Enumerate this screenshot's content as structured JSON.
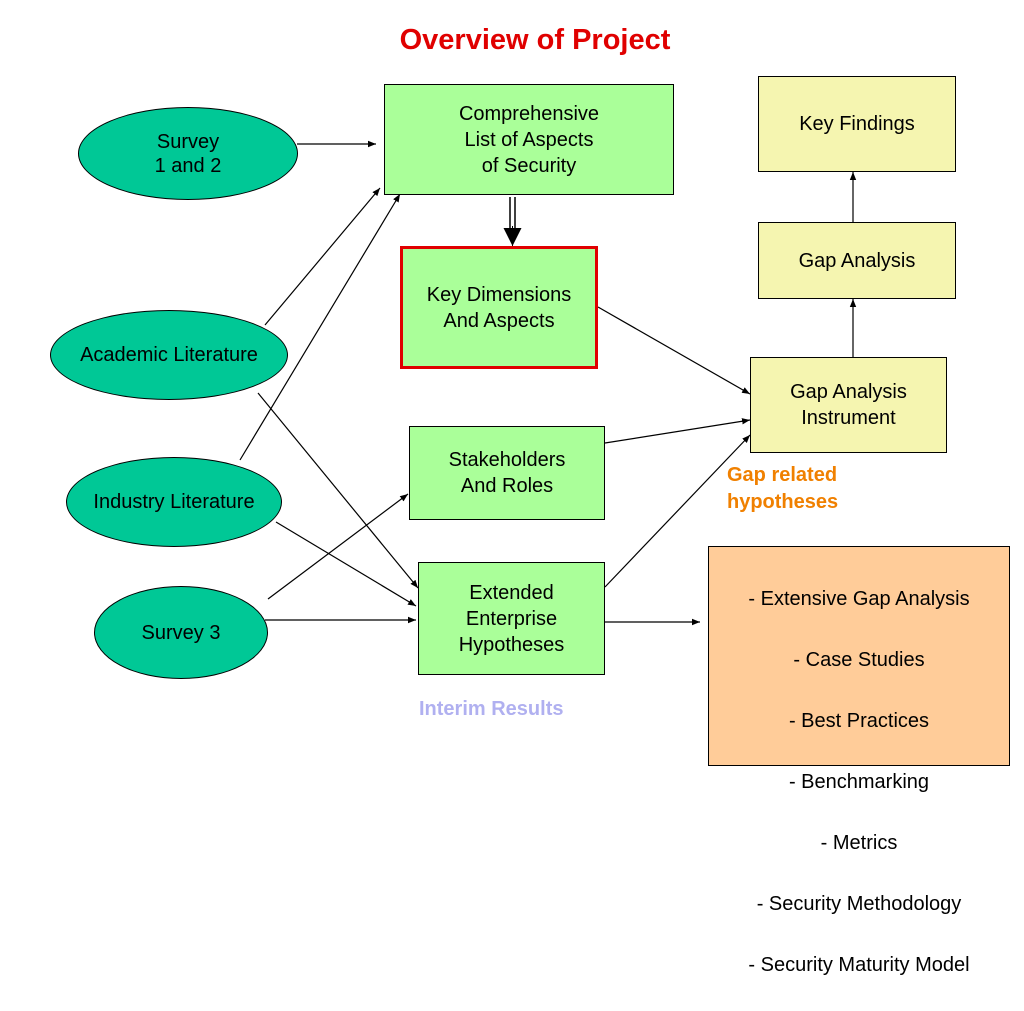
{
  "title": "Overview of Project",
  "nodes": {
    "survey12": "Survey\n1 and 2",
    "academic": "Academic Literature",
    "industry": "Industry Literature",
    "survey3": "Survey 3",
    "comprehensive": "Comprehensive\nList of Aspects\nof Security",
    "key_dimensions": "Key Dimensions\nAnd Aspects",
    "stakeholders": "Stakeholders\nAnd Roles",
    "extended": "Extended\nEnterprise\nHypotheses",
    "gap_instrument": "Gap Analysis\nInstrument",
    "gap_analysis": "Gap Analysis",
    "key_findings": "Key Findings",
    "future_work": [
      "- Extensive Gap Analysis",
      "- Case Studies",
      "- Best Practices",
      "- Benchmarking",
      "- Metrics",
      "- Security Methodology",
      "- Security Maturity Model"
    ]
  },
  "labels": {
    "gap_related": "Gap related\nhypotheses",
    "interim": "Interim Results"
  },
  "colors": {
    "title": "#e00000",
    "ellipse_fill": "#00c896",
    "box_green": "#aaff99",
    "box_yellow": "#f5f5b0",
    "box_orange": "#ffcc99",
    "highlight_border": "#e00000",
    "gap_label": "#f08000",
    "interim_label": "#b0b0f0"
  }
}
